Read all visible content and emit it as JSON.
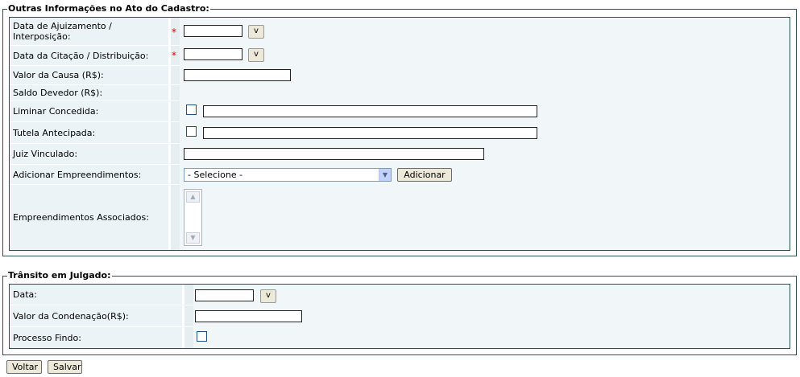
{
  "cadastro": {
    "legend": "Outras Informações no Ato do Cadastro:",
    "ajuizamento_label_1": "Data de Ajuizamento /",
    "ajuizamento_label_2": "Interposição:",
    "citacao_label": "Data da Citação / Distribuição:",
    "required_mark": "*",
    "date_button": "v",
    "valor_causa_label": "Valor da Causa (R$):",
    "saldo_devedor_label": "Saldo Devedor (R$):",
    "liminar_label": "Liminar Concedida:",
    "tutela_label": "Tutela Antecipada:",
    "juiz_label": "Juiz Vinculado:",
    "adicionar_label": "Adicionar Empreendimentos:",
    "select_value": "- Selecione -",
    "adicionar_button": "Adicionar",
    "associados_label": "Empreendimentos Associados:"
  },
  "transito": {
    "legend": "Trânsito em Julgado:",
    "data_label": "Data:",
    "date_button": "v",
    "valor_condenacao_label": "Valor da Condenação(R$):",
    "processo_findo_label": "Processo Findo:"
  },
  "actions": {
    "voltar": "Voltar",
    "salvar": "Salvar"
  },
  "icons": {
    "select_arrow": "chevron-down-icon",
    "scroll_up": "triangle-up-icon",
    "scroll_down": "triangle-down-icon"
  }
}
